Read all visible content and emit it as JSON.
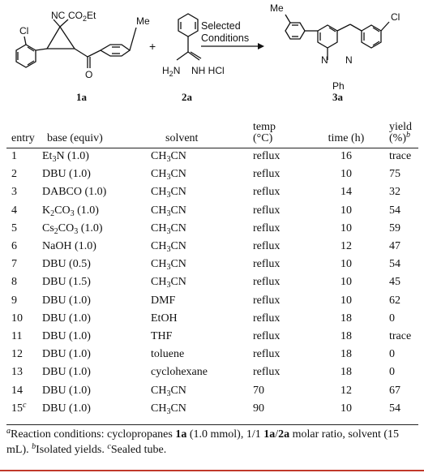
{
  "scheme": {
    "r1_nc": "NC",
    "r1_ester": "CO",
    "r1_ester_sub": "2",
    "r1_ester_end": "Et",
    "r1_cl": "Cl",
    "r1_me": "Me",
    "r1_o": "O",
    "plus": "+",
    "r2_h2n": "H",
    "r2_h2n_sub": "2",
    "r2_h2n_end": "N",
    "r2_nh": "NH HCl",
    "arrow_line1": "Selected",
    "arrow_line2": "Conditions",
    "p_me": "Me",
    "p_cl": "Cl",
    "p_n1": "N",
    "p_n2": "N",
    "p_ph": "Ph",
    "label_1a": "1a",
    "label_2a": "2a",
    "label_3a": "3a"
  },
  "table": {
    "headers": {
      "entry": "entry",
      "base": "base (equiv)",
      "solvent": "solvent",
      "temp_line1": "temp",
      "temp_line2": "(°C)",
      "time": "time (h)",
      "yield_line1": "yield",
      "yield_line2": "(%)",
      "yield_note": "b"
    },
    "rows": [
      {
        "entry": "1",
        "base": "Et3N (1.0)",
        "solvent": "CH3CN",
        "temp": "reflux",
        "time": "16",
        "yield": "trace"
      },
      {
        "entry": "2",
        "base": "DBU (1.0)",
        "solvent": "CH3CN",
        "temp": "reflux",
        "time": "10",
        "yield": "75"
      },
      {
        "entry": "3",
        "base": "DABCO (1.0)",
        "solvent": "CH3CN",
        "temp": "reflux",
        "time": "14",
        "yield": "32"
      },
      {
        "entry": "4",
        "base": "K2CO3 (1.0)",
        "solvent": "CH3CN",
        "temp": "reflux",
        "time": "10",
        "yield": "54"
      },
      {
        "entry": "5",
        "base": "Cs2CO3 (1.0)",
        "solvent": "CH3CN",
        "temp": "reflux",
        "time": "10",
        "yield": "59"
      },
      {
        "entry": "6",
        "base": "NaOH (1.0)",
        "solvent": "CH3CN",
        "temp": "reflux",
        "time": "12",
        "yield": "47"
      },
      {
        "entry": "7",
        "base": "DBU (0.5)",
        "solvent": "CH3CN",
        "temp": "reflux",
        "time": "10",
        "yield": "54"
      },
      {
        "entry": "8",
        "base": "DBU (1.5)",
        "solvent": "CH3CN",
        "temp": "reflux",
        "time": "10",
        "yield": "45"
      },
      {
        "entry": "9",
        "base": "DBU (1.0)",
        "solvent": "DMF",
        "temp": "reflux",
        "time": "10",
        "yield": "62"
      },
      {
        "entry": "10",
        "base": "DBU (1.0)",
        "solvent": "EtOH",
        "temp": "reflux",
        "time": "18",
        "yield": "0"
      },
      {
        "entry": "11",
        "base": "DBU (1.0)",
        "solvent": "THF",
        "temp": "reflux",
        "time": "18",
        "yield": "trace"
      },
      {
        "entry": "12",
        "base": "DBU (1.0)",
        "solvent": "toluene",
        "temp": "reflux",
        "time": "18",
        "yield": "0"
      },
      {
        "entry": "13",
        "base": "DBU (1.0)",
        "solvent": "cyclohexane",
        "temp": "reflux",
        "time": "18",
        "yield": "0"
      },
      {
        "entry": "14",
        "base": "DBU (1.0)",
        "solvent": "CH3CN",
        "temp": "70",
        "time": "12",
        "yield": "67"
      },
      {
        "entry": "15",
        "entry_note": "c",
        "base": "DBU (1.0)",
        "solvent": "CH3CN",
        "temp": "90",
        "time": "10",
        "yield": "54"
      }
    ]
  },
  "footnotes": {
    "a_mark": "a",
    "a_text1": "Reaction conditions: cyclopropanes ",
    "a_bold1": "1a",
    "a_text2": " (1.0 mmol), 1/1 ",
    "a_bold2": "1a",
    "a_slash": "/",
    "a_bold3": "2a",
    "a_text3": " molar ratio, solvent (15 mL). ",
    "b_mark": "b",
    "b_text": "Isolated yields. ",
    "c_mark": "c",
    "c_text": "Sealed tube."
  },
  "colors": {
    "accent_rule": "#c0392b"
  }
}
